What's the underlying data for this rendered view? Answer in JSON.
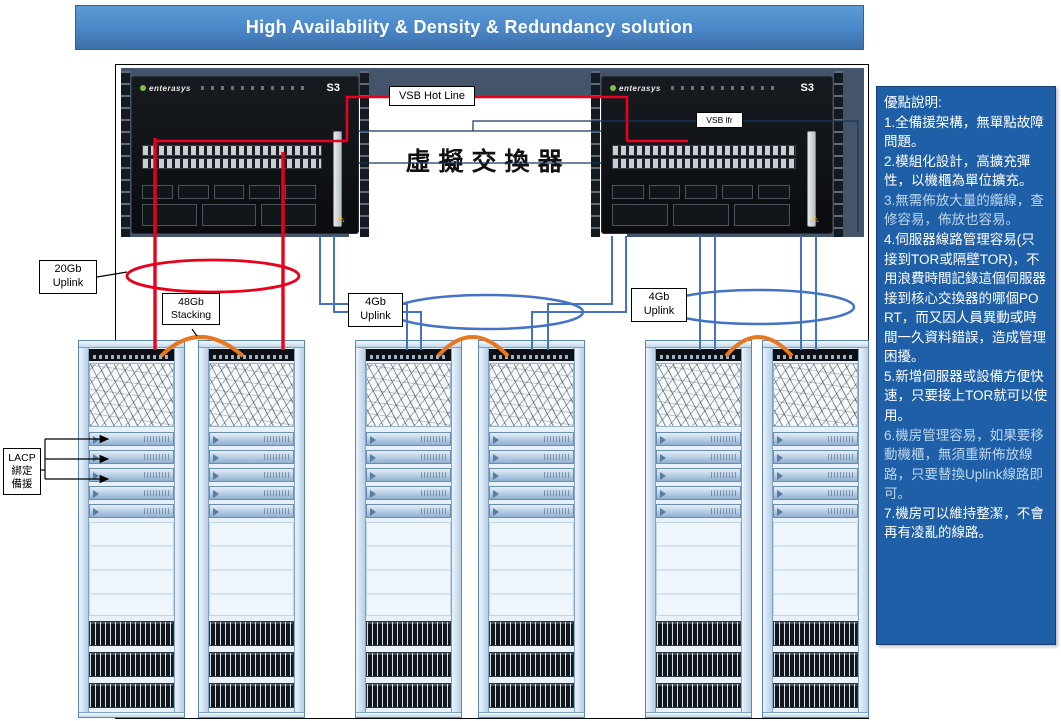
{
  "title": "High Availability & Density & Redundancy solution",
  "core_switches": {
    "brand": "enterasys",
    "model": "S3",
    "vsb_hot_line_label": "VSB Hot Line",
    "vsb_lfr_label": "VSB lfr",
    "virtual_switch_label": "虛擬交換器"
  },
  "link_labels": {
    "uplink_20gb": {
      "line1": "20Gb",
      "line2": "Uplink"
    },
    "stacking_48gb": {
      "line1": "48Gb",
      "line2": "Stacking"
    },
    "uplink_4gb_left": {
      "line1": "4Gb",
      "line2": "Uplink"
    },
    "uplink_4gb_right": {
      "line1": "4Gb",
      "line2": "Uplink"
    },
    "lacp": {
      "line1": "LACP",
      "line2": "綁定",
      "line3": "備援"
    }
  },
  "advantages": {
    "title": "優點說明:",
    "items": [
      "1.全備援架構，無單點故障問題。",
      "2.模組化設計，高擴充彈性，以機櫃為單位擴充。",
      "3.無需佈放大量的纜線，查修容易，佈放也容易。",
      "4.伺服器線路管理容易(只接到TOR或隔壁TOR)，不用浪費時間記錄這個伺服器接到核心交換器的哪個PORT，而又因人員異動或時間一久資料錯誤，造成管理困擾。",
      "5.新增伺服器或設備方便快速，只要接上TOR就可以使用。",
      "6.機房管理容易，如果要移動機櫃，無須重新佈放線路，只要替換Uplink線路即可。",
      "7.機房可以維持整潔，不會再有凌亂的線路。"
    ]
  },
  "colors": {
    "banner_blue": "#4A86C8",
    "panel_blue": "#1F5FA8",
    "hot_line_red": "#E8001C",
    "uplink_blue": "#4472C4",
    "stacking_orange": "#E87722"
  }
}
